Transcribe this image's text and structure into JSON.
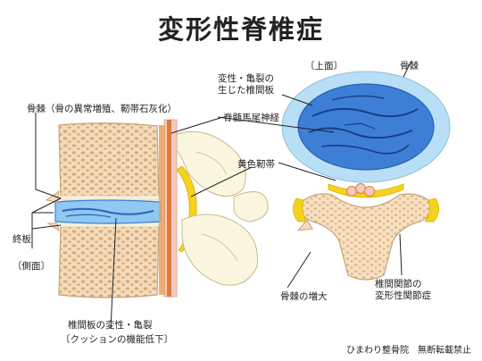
{
  "title": "変形性脊椎症",
  "labels": {
    "top_view": "〔上面〕",
    "side_view": "〔側面〕",
    "degen_disc_line1": "変性・亀裂の",
    "degen_disc_line2": "生じた椎間板",
    "osteophyte_top": "骨棘",
    "osteophyte_side": "骨棘（骨の異常増殖、靭帯石灰化）",
    "cauda_equina": "脊髄馬尾神経",
    "ligamentum_flavum": "黄色靭帯",
    "endplate": "終板",
    "disc_degeneration": "椎間板の変性・亀裂",
    "cushion_loss": "〔クッションの機能低下〕",
    "bone_enlargement": "骨棘の増大",
    "facet_joint_line1": "椎間関節の",
    "facet_joint_line2": "変形性関節症"
  },
  "footer": {
    "credit": "ひまわり整骨院　無断転載禁止"
  },
  "colors": {
    "bone_fill": "#f1d8b5",
    "bone_pattern": "#d9a779",
    "bone_outline": "#c8a27a",
    "disc_blue": "#3d7fd4",
    "disc_light": "#8fc8f0",
    "disc_ring": "#b9dff6",
    "ligament_yellow": "#f5d21c",
    "nerve_orange": "#e07a3a",
    "nerve_pink": "#f4c9c0",
    "cream_bone": "#fbf6e0"
  }
}
